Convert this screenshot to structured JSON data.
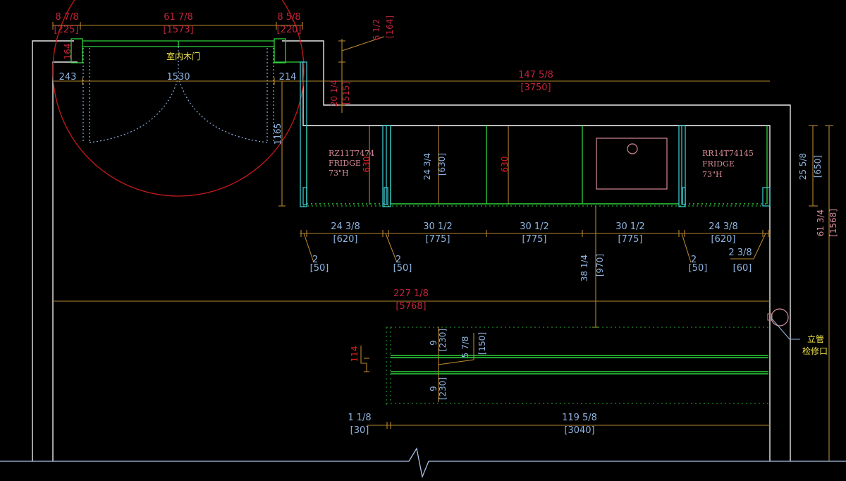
{
  "title": "Kitchen elevation / plan CAD drawing",
  "colors": {
    "background": "#000000",
    "wall": "#e8e8e8",
    "dim_line": "#b5862f",
    "dim_text_imperial_red": "#c0243c",
    "dim_text_blue": "#8fb3e0",
    "cabinet_green": "#2fd23a",
    "panel_cyan": "#39c6cc",
    "door_swing_red": "#c41a1a",
    "appliance_pink": "#d58a94",
    "label_yellow": "#f2e64a",
    "break_line": "#a9c1e8"
  },
  "door": {
    "label": "室内木门",
    "dims": {
      "left_width": {
        "imperial": "8 7/8",
        "metric": "[225]"
      },
      "opening_width": {
        "imperial": "61 7/8",
        "metric": "[1573]"
      },
      "right_width": {
        "imperial": "8 5/8",
        "metric": "[220]"
      },
      "left_clear": "243",
      "opening_clear": "1530",
      "right_clear": "214",
      "jamb_depth": "164",
      "swing_depth": "1165"
    }
  },
  "top_dims": {
    "step_short": {
      "imperial": "6 1/2",
      "metric": "[164]"
    },
    "step_depth": {
      "imperial": "20 1/4",
      "metric": "[515]"
    },
    "run_width": {
      "imperial": "147 5/8",
      "metric": "[3750]"
    }
  },
  "cabinets": {
    "fridge_left": {
      "model": "RZ11T7474",
      "type": "FRIDGE",
      "height": "73\"H"
    },
    "fridge_right": {
      "model": "RR14T74145",
      "type": "FRIDGE",
      "height": "73\"H"
    },
    "depth_label_1": "630",
    "depth_label_2": "630",
    "depth_dim": {
      "imperial": "24 3/4",
      "metric": "[630]"
    },
    "right_depth": {
      "imperial": "25 5/8",
      "metric": "[650]"
    },
    "total_depth": {
      "imperial": "61 3/4",
      "metric": "[1568]"
    }
  },
  "run_dims": [
    {
      "imperial": "24 3/8",
      "metric": "[620]"
    },
    {
      "imperial": "30 1/2",
      "metric": "[775]"
    },
    {
      "imperial": "30 1/2",
      "metric": "[775]"
    },
    {
      "imperial": "30 1/2",
      "metric": "[775]"
    },
    {
      "imperial": "24 3/8",
      "metric": "[620]"
    }
  ],
  "gap_dims": [
    {
      "imperial": "2",
      "metric": "[50]"
    },
    {
      "imperial": "2",
      "metric": "[50]"
    },
    {
      "imperial": "2",
      "metric": "[50]"
    },
    {
      "imperial": "2 3/8",
      "metric": "[60]"
    }
  ],
  "aisle_dim": {
    "imperial": "38 1/4",
    "metric": "[970]"
  },
  "room_width": {
    "imperial": "227 1/8",
    "metric": "[5768]"
  },
  "shelf": {
    "top_gap": {
      "imperial": "9",
      "metric": "[230]"
    },
    "bottom_gap": {
      "imperial": "9",
      "metric": "[230]"
    },
    "shelf_thk": {
      "imperial": "5 7/8",
      "metric": "[150]"
    },
    "red_dim": "114",
    "left_offset": {
      "imperial": "1 1/8",
      "metric": "[30]"
    },
    "length": {
      "imperial": "119 5/8",
      "metric": "[3040]"
    }
  },
  "riser_note": {
    "line1": "立管",
    "line2": "检修口"
  }
}
